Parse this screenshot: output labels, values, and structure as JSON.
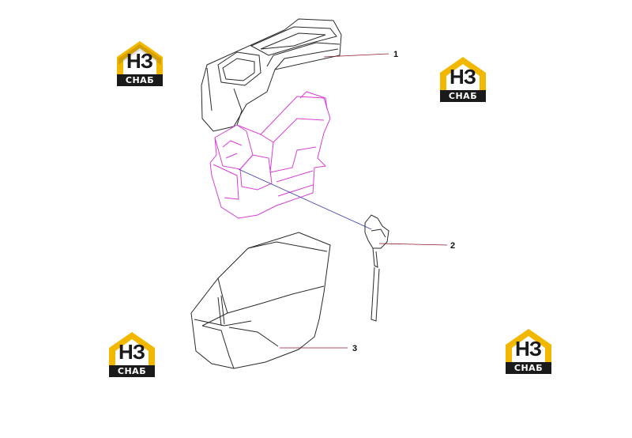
{
  "callouts": [
    {
      "label": "1"
    },
    {
      "label": "2"
    },
    {
      "label": "3"
    }
  ],
  "watermark": {
    "mark": "НЗ",
    "text": "СНАБ",
    "colors": {
      "roof": "#f2b800",
      "dark": "#1a1a1a"
    }
  },
  "colors": {
    "outline": "#2a2a2a",
    "housing": "#d63fd6",
    "leader": "#8a1a2a",
    "lever_link": "#3a3aa8"
  }
}
